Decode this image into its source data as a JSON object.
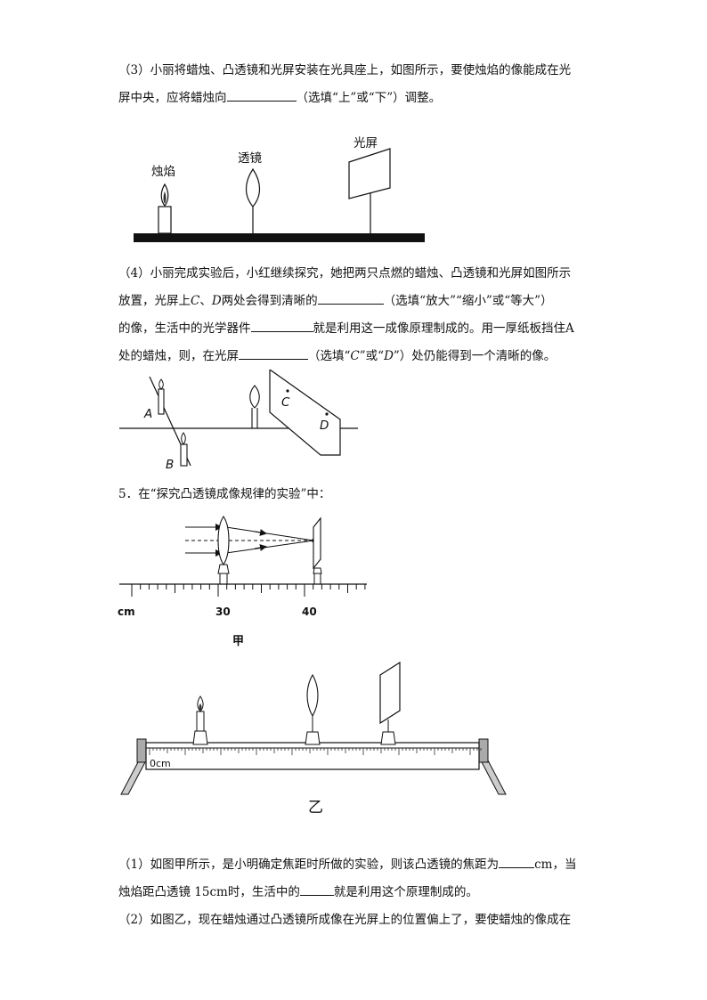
{
  "q3": {
    "line1": "（3）小丽将蜡烛、凸透镜和光屏安装在光具座上，如图所示，要使烛焰的像能成在光",
    "line2_pre": "屏中央，应将蜡烛向",
    "line2_post": "（选填“上”或“下”）调整。"
  },
  "fig1": {
    "flame": "烛焰",
    "lens": "透镜",
    "screen": "光屏"
  },
  "q4": {
    "line1": "（4）小丽完成实验后，小红继续探究，她把两只点燃的蜡烛、凸透镜和光屏如图所示",
    "line2_pre": "放置，光屏上",
    "line2_c": "C",
    "line2_mid": "、",
    "line2_d": "D",
    "line2_mid2": "两处会得到清晰的",
    "line2_post": "（选填“放大”“缩小”或“等大”）",
    "line3_pre": "的像，生活中的光学器件",
    "line3_post": "就是利用这一成像原理制成的。用一厚纸板挡住A",
    "line4_pre": "处的蜡烛，则，在光屏",
    "line4_post_a": "（选填“",
    "line4_c": "C",
    "line4_post_b": "”或“",
    "line4_d": "D",
    "line4_post_c": "”）处仍能得到一个清晰的像。"
  },
  "fig2": {
    "A": "A",
    "B": "B",
    "C": "C",
    "D": "D"
  },
  "q5": {
    "title": "5．在“探究凸透镜成像规律的实验”中："
  },
  "fig3": {
    "unit": "cm",
    "tick30": "30",
    "tick40": "40",
    "caption": "甲"
  },
  "fig4": {
    "scale_label": "0cm",
    "caption": "乙"
  },
  "q5_1": {
    "line1_pre": "（1）如图甲所示，是小明确定焦距时所做的实验，则该凸透镜的焦距为",
    "line1_post": "cm，当",
    "line2_pre": "烛焰距凸透镜 15cm时，生活中的",
    "line2_post": "就是利用这个原理制成的。"
  },
  "q5_2": {
    "line1": "（2）如图乙，现在蜡烛通过凸透镜所成像在光屏上的位置偏上了，要使蜡烛的像成在"
  }
}
